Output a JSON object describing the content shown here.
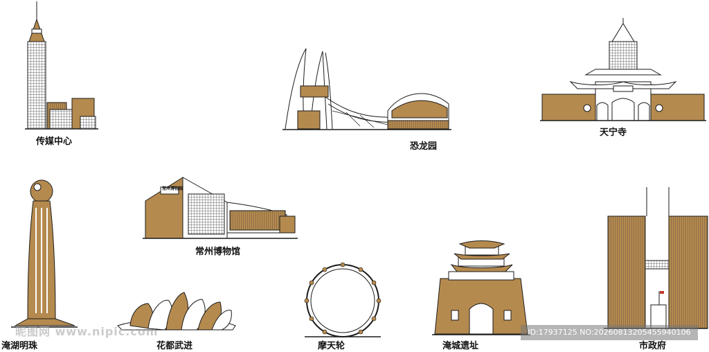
{
  "colors": {
    "fill": "#b58a4f",
    "line": "#1a1a1a",
    "bg": "#ffffff"
  },
  "landmarks": {
    "media_center": "传媒中心",
    "dinosaur_park": "恐龙园",
    "tianning_temple": "天宁寺",
    "pearl": "淹湖明珠",
    "museum": "常州博物馆",
    "museum_sign": "常州博物馆",
    "flower_capital": "花都武进",
    "ferris_wheel": "摩天轮",
    "yancheng": "淹城遗址",
    "city_hall": "市政府"
  },
  "watermark": {
    "site": "昵图网 www.nipic.com",
    "id_text": "ID:17937125 NO:20260813205455940106"
  }
}
